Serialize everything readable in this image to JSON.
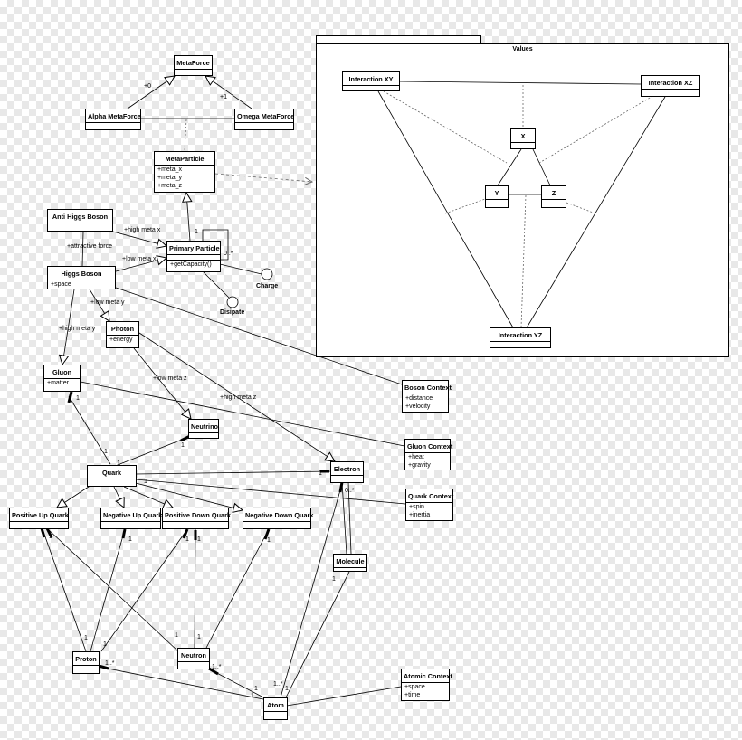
{
  "package": {
    "title": "Values"
  },
  "classes": {
    "metaforce": {
      "name": "MetaForce"
    },
    "alpha": {
      "name": "Alpha MetaForce"
    },
    "omega": {
      "name": "Omega MetaForce"
    },
    "metaparticle": {
      "name": "MetaParticle",
      "attrs": [
        "+meta_x",
        "+meta_y",
        "+meta_z"
      ]
    },
    "anti_higgs": {
      "name": "Anti Higgs Boson"
    },
    "primary": {
      "name": "Primary Particle",
      "ops": [
        "+getCapacity()"
      ]
    },
    "higgs": {
      "name": "Higgs Boson",
      "attrs": [
        "+space"
      ]
    },
    "photon": {
      "name": "Photon",
      "attrs": [
        "+energy"
      ]
    },
    "gluon": {
      "name": "Gluon",
      "attrs": [
        "+matter"
      ]
    },
    "neutrino": {
      "name": "Neutrino"
    },
    "quark": {
      "name": "Quark"
    },
    "electron": {
      "name": "Electron"
    },
    "pos_up": {
      "name": "Positive Up Quark"
    },
    "neg_up": {
      "name": "Negative Up Quark"
    },
    "pos_down": {
      "name": "Positive Down Quark"
    },
    "neg_down": {
      "name": "Negative Down Quark"
    },
    "molecule": {
      "name": "Molecule"
    },
    "proton": {
      "name": "Proton"
    },
    "neutron": {
      "name": "Neutron"
    },
    "atom": {
      "name": "Atom"
    },
    "boson_ctx": {
      "name": "Boson Context",
      "attrs": [
        "+distance",
        "+velocity"
      ]
    },
    "gluon_ctx": {
      "name": "Gluon Context",
      "attrs": [
        "+heat",
        "+gravity"
      ]
    },
    "quark_ctx": {
      "name": "Quark Context",
      "attrs": [
        "+spin",
        "+inertia"
      ]
    },
    "atomic_ctx": {
      "name": "Atomic Context",
      "attrs": [
        "+space",
        "+time"
      ]
    },
    "ixy": {
      "name": "Interaction XY"
    },
    "ixz": {
      "name": "Interaction XZ"
    },
    "x": {
      "name": "X"
    },
    "y": {
      "name": "Y"
    },
    "z": {
      "name": "Z"
    },
    "iyz": {
      "name": "Interaction YZ"
    }
  },
  "labels": {
    "plus0": "+0",
    "plus1": "+1",
    "charge": "Charge",
    "dissipate": "Disipate",
    "high_meta_x": "+high meta x",
    "low_meta_x": "+low meta x",
    "attractive_force": "+attractive force",
    "low_meta_y": "+low meta y",
    "high_meta_y": "+high meta y",
    "low_meta_z": "+low meta z",
    "high_meta_z": "+high meta z",
    "self_1": "1",
    "self_0n": "0..*",
    "gluon_1": "1",
    "quark_1a": "1",
    "neutrino_1": "1",
    "quark_1b": "1",
    "quark_1c": "1",
    "electron_1": "1",
    "electron_0n": "0..*",
    "pu_1": "1",
    "nu_1": "1",
    "pd_1a": "1",
    "pd_1b": "1",
    "nd_1": "1",
    "proton_1a": "1",
    "proton_1b": "1",
    "neutron_1a": "1",
    "neutron_1b": "1",
    "proton_1n": "1..*",
    "neutron_1n": "1..*",
    "molecule_1": "1",
    "atom_1a": "1",
    "atom_1b": "1",
    "atom_1c": "1",
    "atom_1n": "1..*"
  }
}
